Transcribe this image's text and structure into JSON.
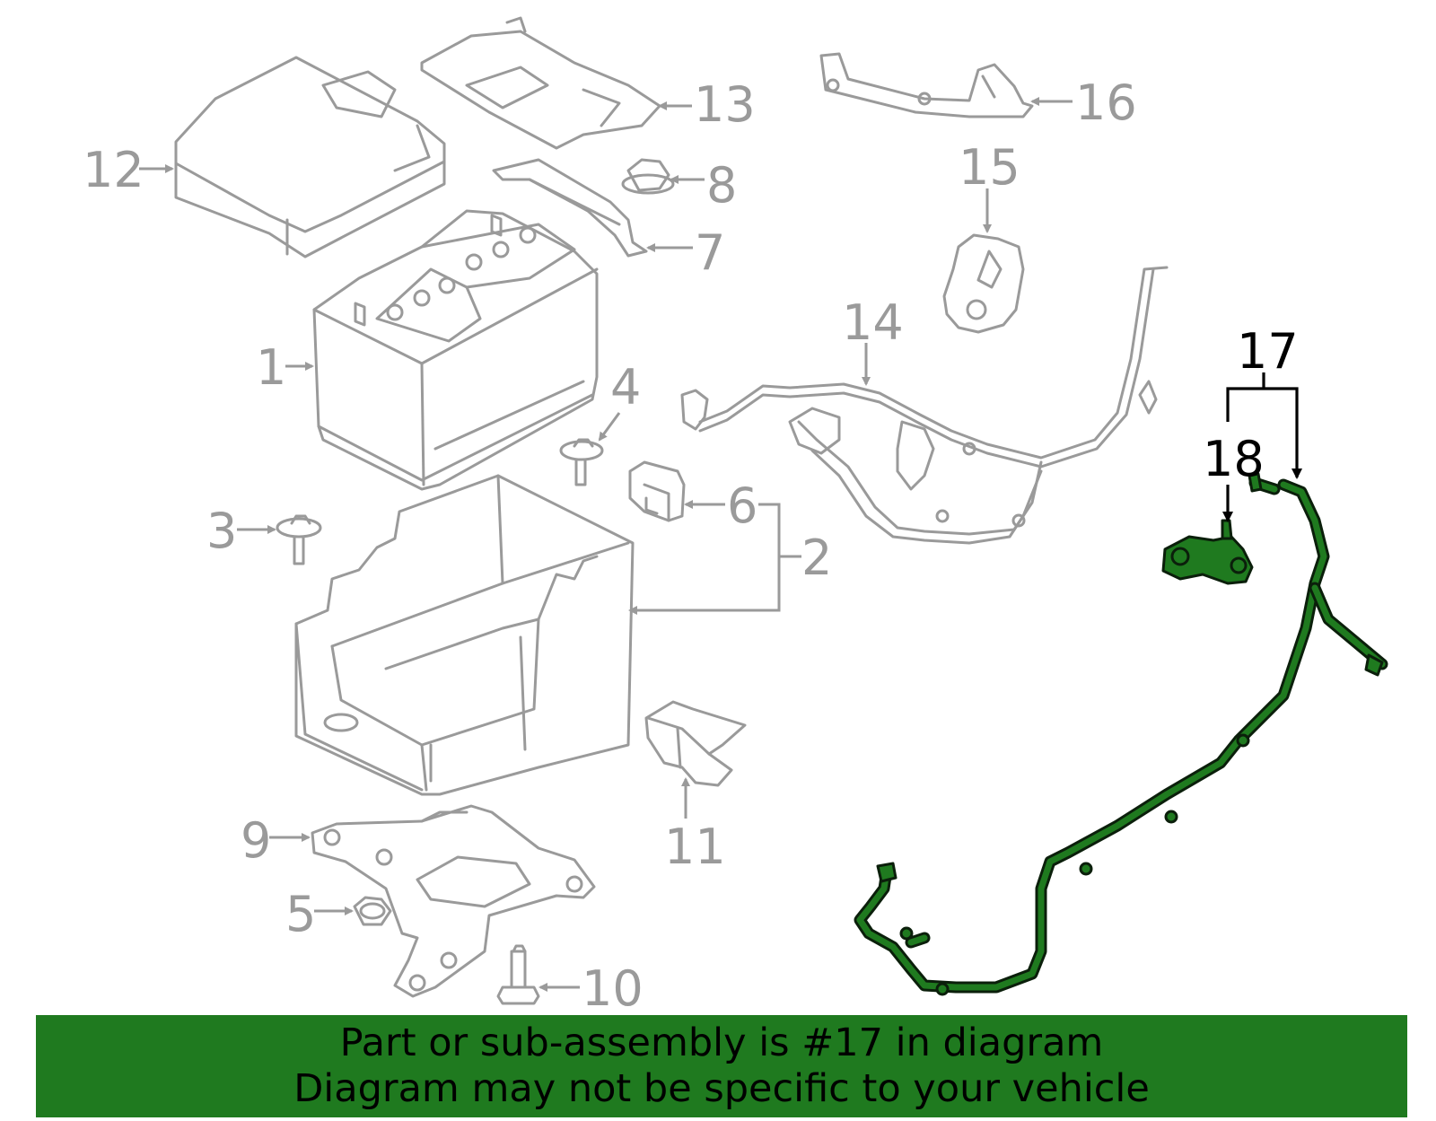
{
  "callouts": {
    "c1": "1",
    "c2": "2",
    "c3": "3",
    "c4": "4",
    "c5": "5",
    "c6": "6",
    "c7": "7",
    "c8": "8",
    "c9": "9",
    "c10": "10",
    "c11": "11",
    "c12": "12",
    "c13": "13",
    "c14": "14",
    "c15": "15",
    "c16": "16",
    "c17": "17",
    "c18": "18"
  },
  "highlight": {
    "part": "17",
    "color": "#1f7a1f"
  },
  "footer": {
    "line1": "Part or sub-assembly is #17 in diagram",
    "line2": "Diagram may not be specific to your vehicle"
  }
}
